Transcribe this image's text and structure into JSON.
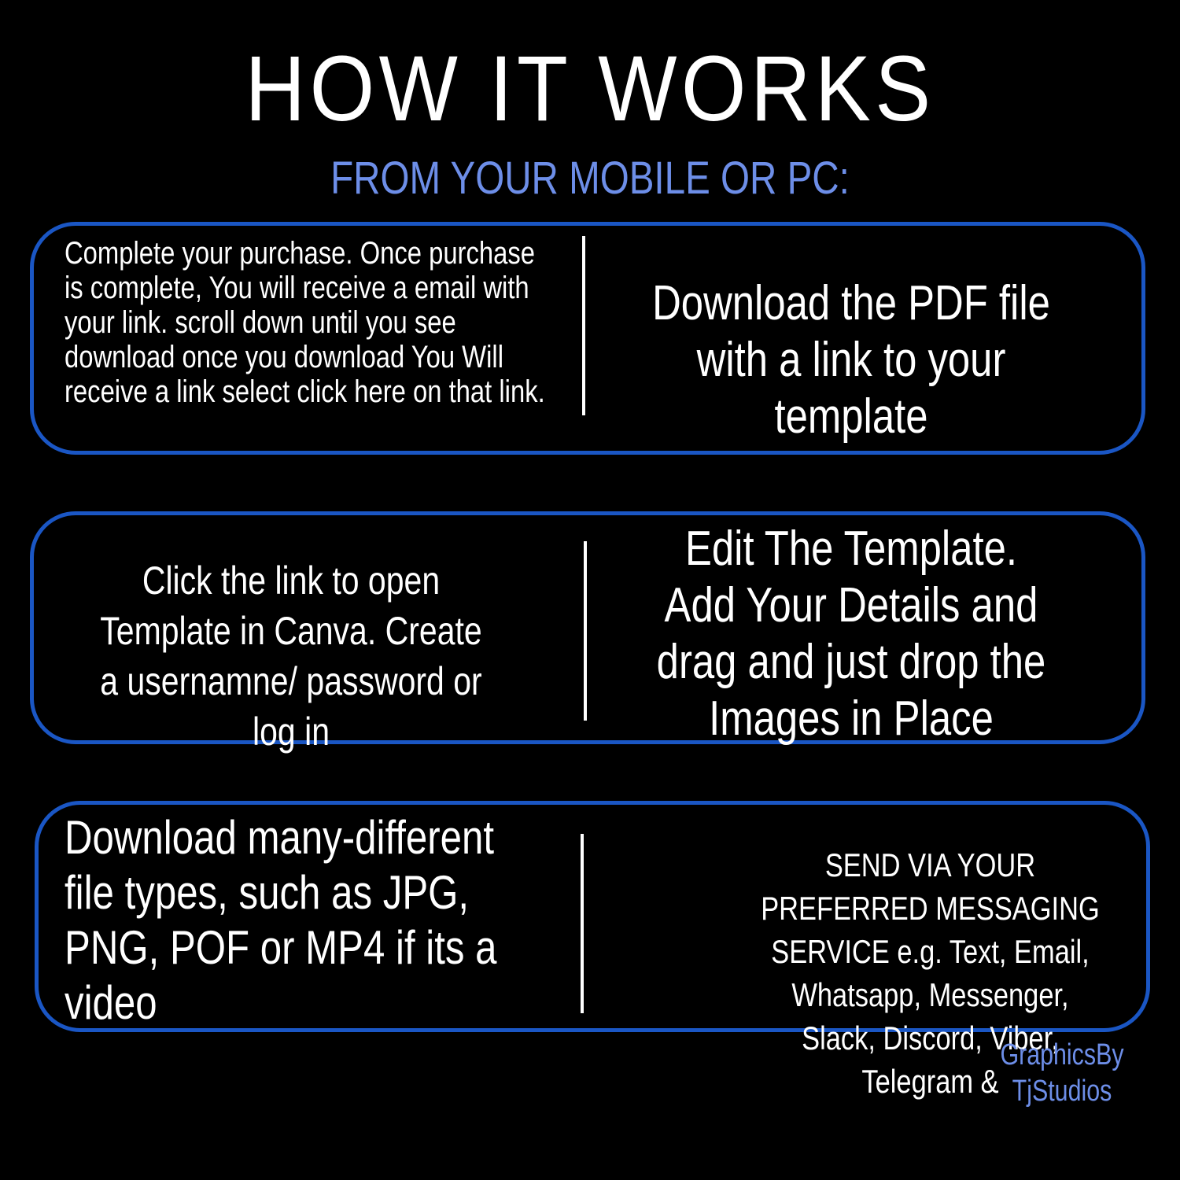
{
  "header": {
    "title": "HOW IT WORKS",
    "subtitle": "FROM YOUR MOBILE OR PC:"
  },
  "steps": [
    {
      "left": "Complete your purchase. Once purchase is complete, You will receive a email with your link. scroll down until you see download once you download You Will receive a link select click here on that link.",
      "right": "Download the PDF file with a link to your template"
    },
    {
      "left": "Click the link to open Template in Canva. Create a usernamne/ password or log in",
      "right": "Edit The Template. Add Your Details and drag and just drop the Images in Place"
    },
    {
      "left": "Download many-different file types, such as JPG, PNG, POF or MP4 if its a video",
      "right": "SEND VIA YOUR PREFERRED MESSAGING SERVICE e.g. Text, Email, Whatsapp, Messenger, Slack, Discord, Viber, Telegram &"
    }
  ],
  "credit": {
    "line1": "GraphicsBy",
    "line2": "TjStudios"
  },
  "colors": {
    "background": "#000000",
    "card_border": "#1a56c4",
    "accent_text": "#6d8ee8",
    "text": "#ffffff"
  }
}
